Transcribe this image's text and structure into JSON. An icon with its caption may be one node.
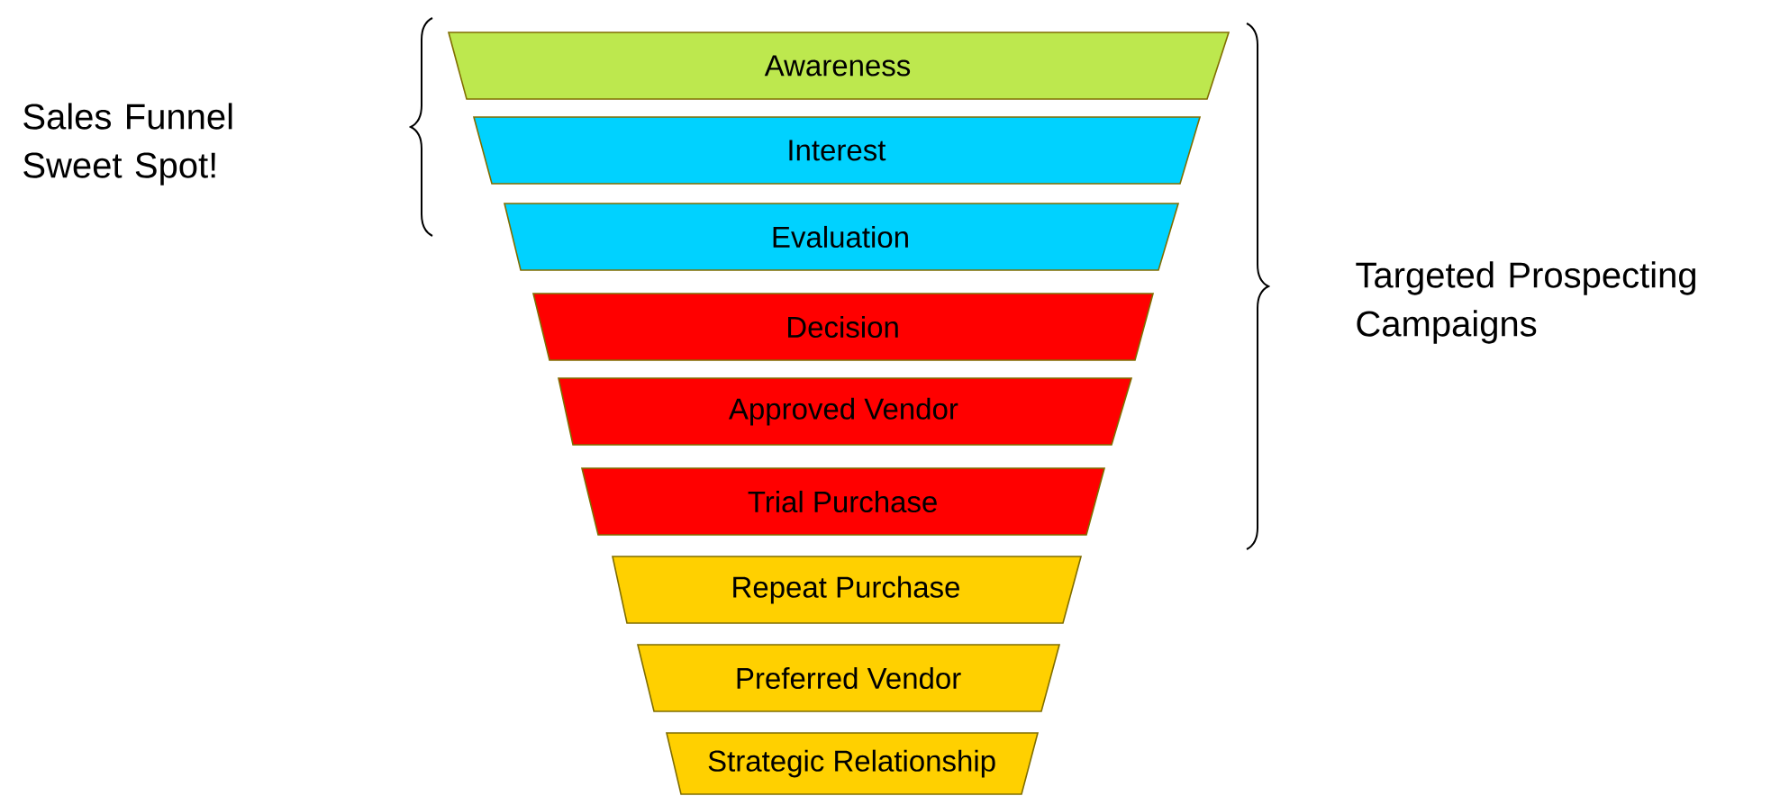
{
  "diagram": {
    "nodes": [
      {
        "text": [
          "Awareness"
        ]
      },
      {
        "text": [
          "Interest"
        ]
      },
      {
        "text": [
          "Evaluation"
        ]
      },
      {
        "text": [
          "Decision"
        ]
      },
      {
        "text": [
          "Approved Vendor"
        ]
      },
      {
        "text": [
          "Trial Purchase"
        ]
      },
      {
        "text": [
          "Repeat Purchase"
        ]
      },
      {
        "text": [
          "Preferred Vendor"
        ]
      },
      {
        "text": [
          "Strategic Relationship"
        ]
      }
    ],
    "labels": [
      "Sales Funnel Sweet Spot!",
      "Targeted Prospecting Campaigns"
    ]
  }
}
